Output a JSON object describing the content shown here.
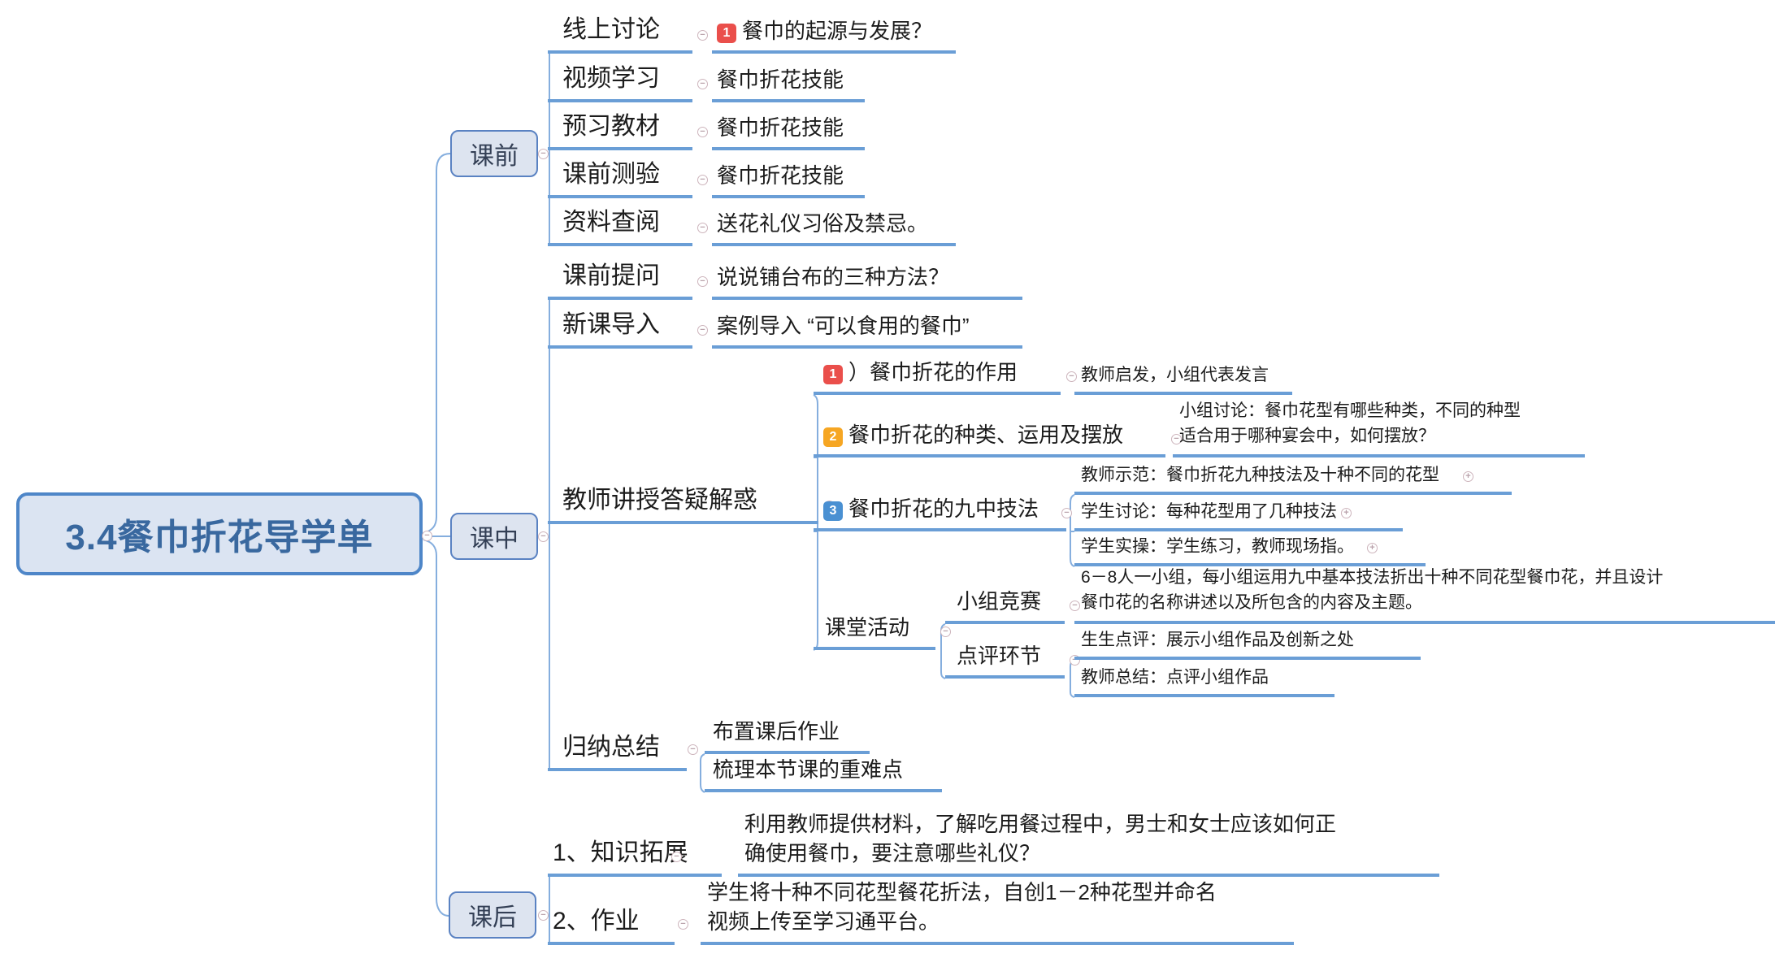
{
  "root": {
    "title": "3.4餐巾折花导学单"
  },
  "icons": {
    "collapse": "−",
    "expand": "+"
  },
  "colors": {
    "underline": "#6a9ed6",
    "connector": "#85aede",
    "root_border": "#4e86c8",
    "root_fill": "#dbe4f2",
    "box_border": "#5a82c2",
    "box_fill": "#dde4f0",
    "badge_red": "#ea4f4b",
    "badge_orange": "#f6a623",
    "badge_blue": "#4a90d2"
  },
  "branches": [
    {
      "label": "课前",
      "children": [
        {
          "label": "线上讨论",
          "children": [
            {
              "badge": "1",
              "label": "餐巾的起源与发展？"
            }
          ]
        },
        {
          "label": "视频学习",
          "children": [
            {
              "label": "餐巾折花技能"
            }
          ]
        },
        {
          "label": "预习教材",
          "children": [
            {
              "label": "餐巾折花技能"
            }
          ]
        },
        {
          "label": "课前测验",
          "children": [
            {
              "label": "餐巾折花技能"
            }
          ]
        },
        {
          "label": "资料查阅",
          "children": [
            {
              "label": "送花礼仪习俗及禁忌。"
            }
          ]
        }
      ]
    },
    {
      "label": "课中",
      "children": [
        {
          "label": "课前提问",
          "children": [
            {
              "label": "说说铺台布的三种方法？"
            }
          ]
        },
        {
          "label": "新课导入",
          "children": [
            {
              "label": "案例导入 “可以食用的餐巾”"
            }
          ]
        },
        {
          "label": "教师讲授答疑解惑",
          "children": [
            {
              "badge": "1",
              "label": "）餐巾折花的作用",
              "children": [
                {
                  "label": "教师启发，小组代表发言"
                }
              ]
            },
            {
              "badge": "2",
              "label": "餐巾折花的种类、运用及摆放",
              "children": [
                {
                  "lines": [
                    "小组讨论：餐巾花型有哪些种类，不同的种型",
                    "适合用于哪种宴会中，如何摆放？"
                  ]
                }
              ]
            },
            {
              "badge": "3",
              "label": "餐巾折花的九中技法",
              "children": [
                {
                  "label": "教师示范：餐巾折花九种技法及十种不同的花型"
                },
                {
                  "label": "学生讨论：每种花型用了几种技法"
                },
                {
                  "label": "学生实操：学生练习，教师现场指。"
                }
              ]
            },
            {
              "label": "课堂活动",
              "children": [
                {
                  "label": "小组竞赛",
                  "children": [
                    {
                      "lines": [
                        "6－8人一小组，每小组运用九中基本技法折出十种不同花型餐巾花，并且设计",
                        "餐巾花的名称讲述以及所包含的内容及主题。"
                      ]
                    }
                  ]
                },
                {
                  "label": "点评环节",
                  "children": [
                    {
                      "label": "生生点评：展示小组作品及创新之处"
                    },
                    {
                      "label": "教师总结：点评小组作品"
                    }
                  ]
                }
              ]
            }
          ]
        },
        {
          "label": "归纳总结",
          "children": [
            {
              "label": "布置课后作业"
            },
            {
              "label": "梳理本节课的重难点"
            }
          ]
        }
      ]
    },
    {
      "label": "课后",
      "children": [
        {
          "label": "1、知识拓展",
          "children": [
            {
              "lines": [
                "利用教师提供材料，了解吃用餐过程中，男士和女士应该如何正",
                "确使用餐巾，要注意哪些礼仪？"
              ]
            }
          ]
        },
        {
          "label": "2、作业",
          "children": [
            {
              "lines": [
                "学生将十种不同花型餐花折法，自创1－2种花型并命名",
                "视频上传至学习通平台。"
              ]
            }
          ]
        }
      ]
    }
  ]
}
